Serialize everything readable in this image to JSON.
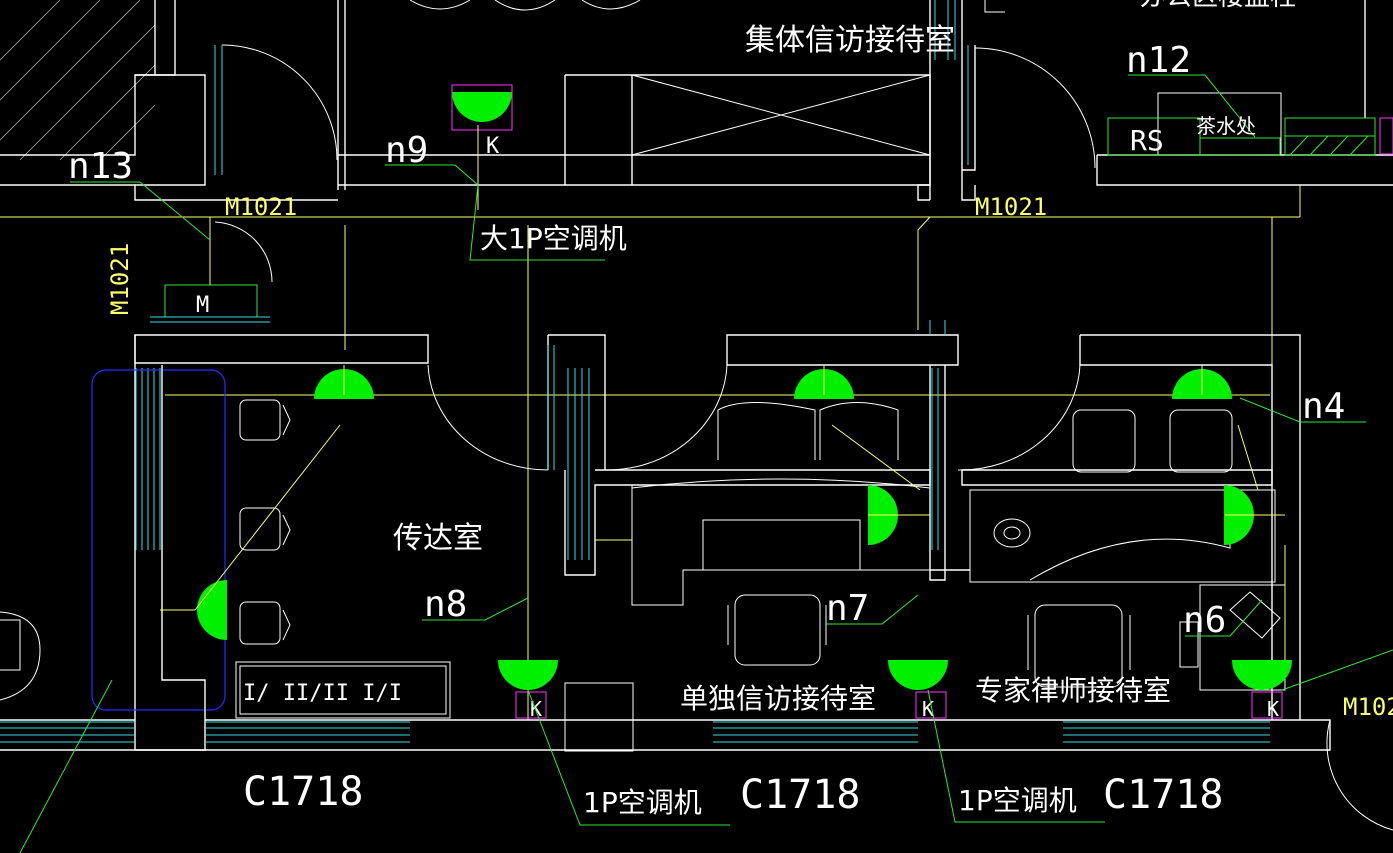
{
  "rooms": {
    "collective": "集体信访接待室",
    "office_top": "办公区楼盘柱",
    "reception": "传达室",
    "single": "单独信访接待室",
    "expert": "专家律师接待室",
    "tea": "茶水处"
  },
  "tags": {
    "n4": "n4",
    "n6": "n6",
    "n7": "n7",
    "n8": "n8",
    "n9": "n9",
    "n12": "n12",
    "n13": "n13"
  },
  "doors": {
    "left": "M1021",
    "mid": "M1021",
    "vertical": "M1021",
    "right_edge": "M102"
  },
  "windows": {
    "w1": "C1718",
    "w2": "C1718",
    "w3": "C1718"
  },
  "equipment": {
    "big_ac": "大1P空调机",
    "ac1": "1P空调机",
    "ac2": "1P空调机",
    "m_box": "M",
    "rs_box": "RS",
    "k": "K",
    "shelf": "I/  II/II  I/I"
  },
  "colors": {
    "background": "#000000",
    "wall": "#ffffff",
    "annotation": "#ffff66",
    "leader": "#2ee82e",
    "window": "#33e0e0",
    "socket": "#ff33ff",
    "lamp": "#00f000"
  }
}
